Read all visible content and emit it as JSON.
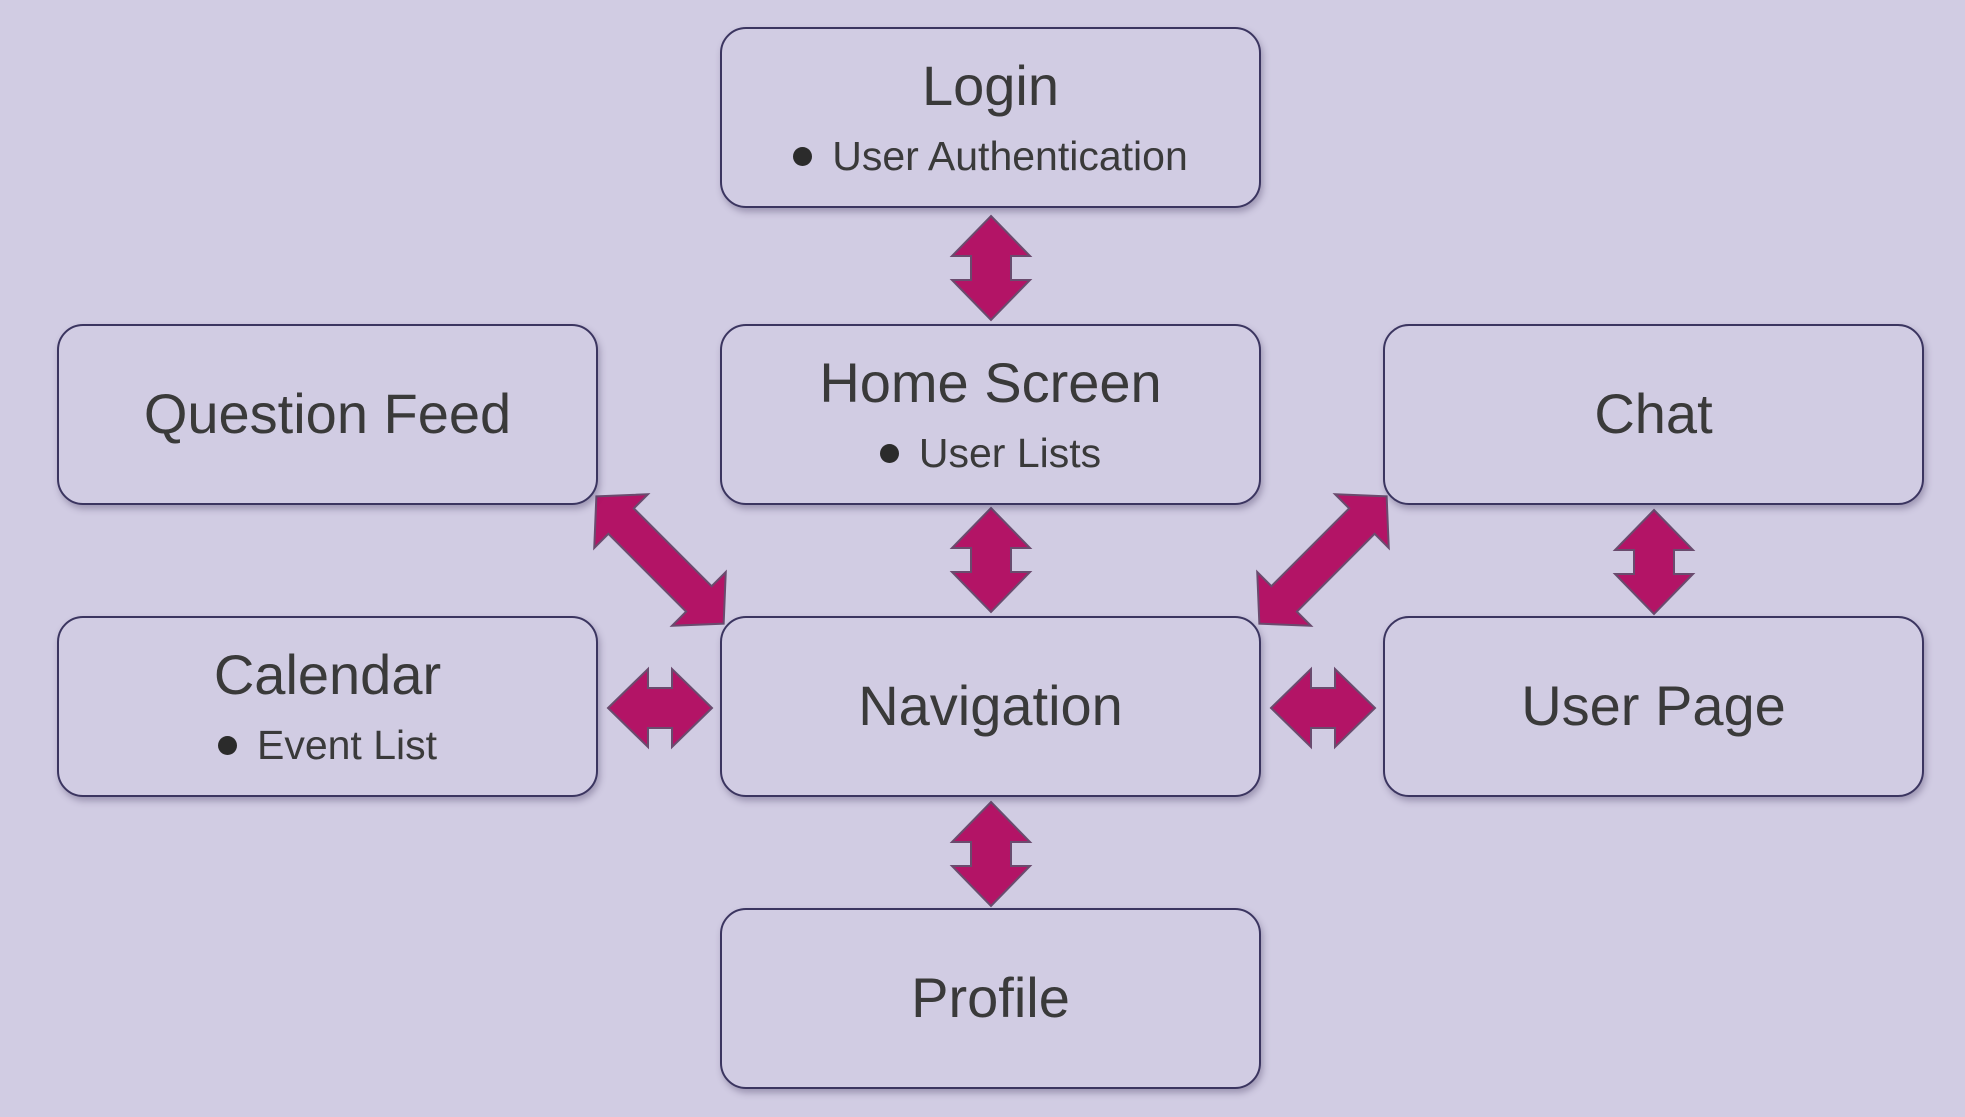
{
  "nodes": {
    "login": {
      "title": "Login",
      "item": "User Authentication"
    },
    "home_screen": {
      "title": "Home Screen",
      "item": "User Lists"
    },
    "question_feed": {
      "title": "Question Feed"
    },
    "chat": {
      "title": "Chat"
    },
    "calendar": {
      "title": "Calendar",
      "item": "Event List"
    },
    "navigation": {
      "title": "Navigation"
    },
    "user_page": {
      "title": "User Page"
    },
    "profile": {
      "title": "Profile"
    }
  },
  "connections": [
    {
      "from": "Login",
      "to": "Home Screen",
      "direction": "both"
    },
    {
      "from": "Home Screen",
      "to": "Navigation",
      "direction": "both"
    },
    {
      "from": "Question Feed",
      "to": "Navigation",
      "direction": "both"
    },
    {
      "from": "Chat",
      "to": "Navigation",
      "direction": "both"
    },
    {
      "from": "Chat",
      "to": "User Page",
      "direction": "both"
    },
    {
      "from": "Calendar",
      "to": "Navigation",
      "direction": "both"
    },
    {
      "from": "Navigation",
      "to": "User Page",
      "direction": "both"
    },
    {
      "from": "Navigation",
      "to": "Profile",
      "direction": "both"
    }
  ],
  "colors": {
    "background": "#d1cce3",
    "box_border": "#3b3560",
    "arrow_fill": "#b31466",
    "text": "#3a3a3a"
  }
}
